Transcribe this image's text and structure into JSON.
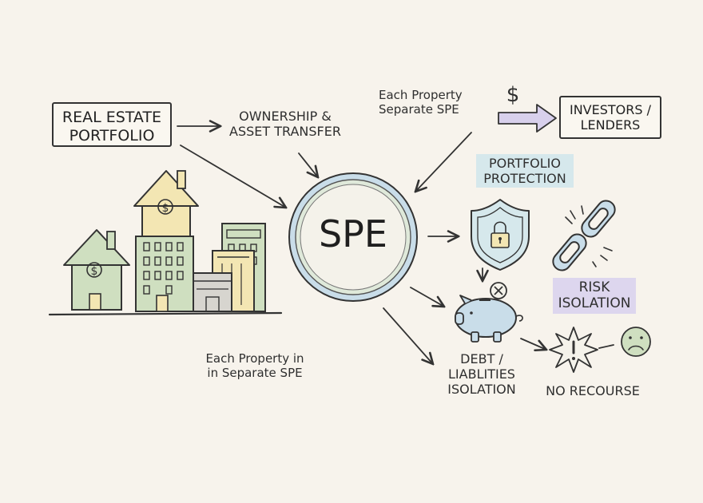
{
  "nodes": {
    "portfolio": [
      "REAL ESTATE",
      "PORTFOLIO"
    ],
    "ownership": [
      "OWNERSHIP &",
      "ASSET TRANSFER"
    ],
    "spe": "SPE",
    "each_property_top": [
      "Each Property",
      "Separate SPE"
    ],
    "dollar": "$",
    "investors": [
      "INVESTORS /",
      "LENDERS"
    ],
    "protection": [
      "PORTFOLIO",
      "PROTECTION"
    ],
    "risk": [
      "RISK",
      "ISOLATION"
    ],
    "debt": [
      "DEBT /",
      "LIABLITIES",
      "ISOLATION"
    ],
    "no_recourse": "NO RECOURSE",
    "each_property_bottom": [
      "Each Property in",
      "in Separate SPE"
    ]
  },
  "colors": {
    "background": "#f7f3ec",
    "ink": "#2b2b2b",
    "green": "#cfdfc0",
    "yellow": "#f3e6b3",
    "blue_tag": "#d6e8ec",
    "lavender": "#ddd6ee",
    "arrow_fill": "#d8d0ec",
    "spe_ring_outer": "#c9dde9",
    "spe_ring_inner": "#dfe9da"
  },
  "icons": [
    "building-icon",
    "house-icon",
    "dollar-icon",
    "shield-lock-icon",
    "broken-chain-icon",
    "piggy-bank-icon",
    "explosion-icon",
    "sad-face-icon"
  ]
}
